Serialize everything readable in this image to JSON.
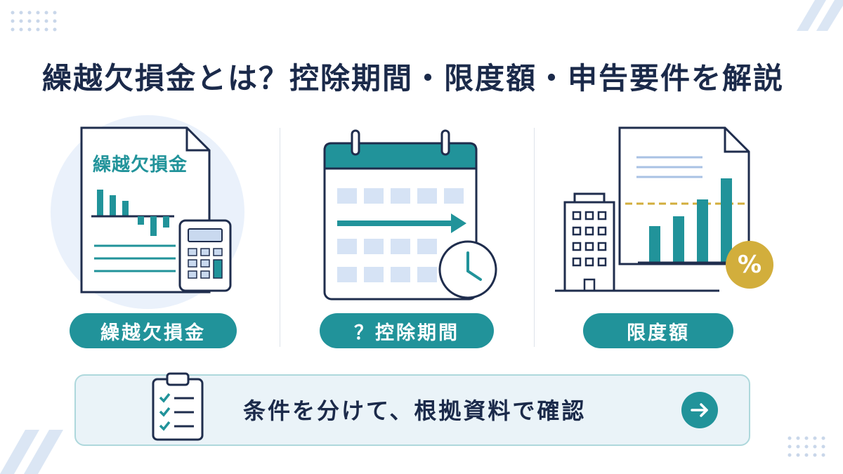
{
  "title": "繰越欠損金とは？控除期間・限度額・申告要件を解説",
  "panels": [
    {
      "doc_heading": "繰越欠損金",
      "label": "繰越欠損金",
      "icon": "document-calculator-icon"
    },
    {
      "label": "？控除期間",
      "icon": "calendar-clock-icon"
    },
    {
      "label": "限度額",
      "icon": "building-chart-icon",
      "badge": "%"
    }
  ],
  "banner": {
    "text": "条件を分けて、根拠資料で確認",
    "icon": "checklist-clipboard-icon",
    "action_icon": "arrow-right-icon"
  },
  "colors": {
    "accent": "#21939a",
    "navy": "#1b2a4a",
    "gold": "#d2ae3c",
    "light_blue": "#d6e3f5"
  }
}
